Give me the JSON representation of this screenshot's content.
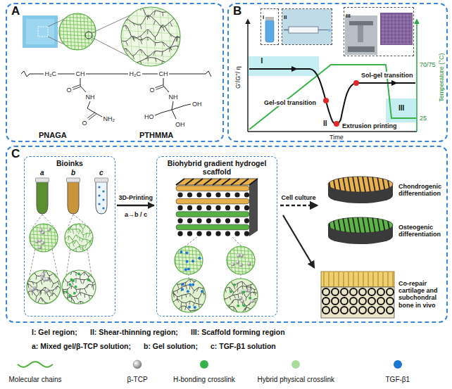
{
  "diagram": {
    "nodes": [
      {
        "text": [
          "A"
        ]
      },
      {
        "text": [
          "B"
        ]
      },
      {
        "text": [
          "I"
        ],
        "in": 1
      },
      {
        "text": [
          "II"
        ],
        "in": 1
      },
      {
        "text": [
          "III"
        ],
        "in": 1
      },
      {
        "text": [
          "C"
        ]
      },
      {
        "text": [
          "Bioinks"
        ],
        "in": 5
      },
      {
        "text": [
          "Biohybrid gradient hydrogel scaffold"
        ],
        "in": 5
      }
    ],
    "edges": [
      {
        "from": 6,
        "to": 7,
        "arrow": "to",
        "label": "3D-Printing"
      }
    ],
    "labels": [
      "PNAGA",
      "PTHMMA",
      "H₂C",
      "CH",
      "O",
      "NH",
      "O",
      "NH₂",
      "H₂C",
      "CH",
      "O",
      "NH",
      "HO",
      "OH",
      "OH",
      "G'/G''/ η",
      "Time",
      "Temperature (°C)",
      "70/75",
      "25",
      "Gel-sol transition",
      "Extrusion printing",
      "Sol-gel transition",
      "I",
      "II",
      "III",
      "a",
      "b",
      "c",
      "a→b / c",
      "Cell culture",
      "Chondrogenic differentiation",
      "Osteogenic differentiation",
      "Co-repair cartilage and subchondral bone in vivo",
      "I: Gel region;",
      "II: Shear-thinning region;",
      "III: Scaffold forming region",
      "a: Mixed gel/β-TCP solution;",
      "b: Gel solution;",
      "c: TGF-β1 solution"
    ],
    "legend": [
      {
        "text": "Molecular chains"
      },
      {
        "text": "β-TCP"
      },
      {
        "text": "H-bonding crosslink",
        "color": "#35b24a"
      },
      {
        "text": "Hybrid physical crosslink",
        "color": "#a8dc9a"
      },
      {
        "text": "TGF-β1",
        "color": "#1d77d2"
      }
    ]
  }
}
